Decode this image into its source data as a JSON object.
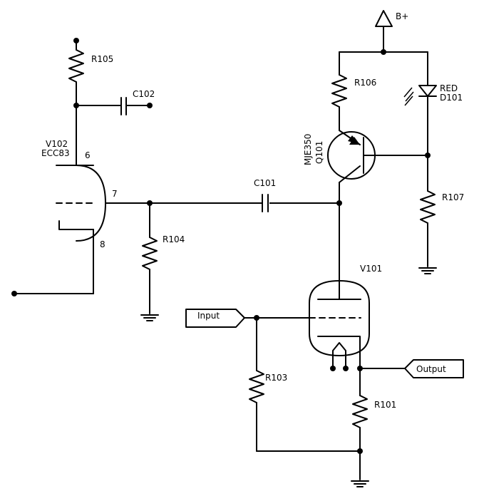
{
  "labels": {
    "r105": "R105",
    "c102": "C102",
    "v102": "V102",
    "ecc83": "ECC83",
    "pin6": "6",
    "pin7": "7",
    "pin8": "8",
    "r104": "R104",
    "c101": "C101",
    "mje350": "MJE350",
    "q101": "Q101",
    "r106": "R106",
    "bplus": "B+",
    "red": "RED",
    "d101": "D101",
    "r107": "R107",
    "v101": "V101",
    "input": "Input",
    "output": "Output",
    "r103": "R103",
    "r101": "R101"
  },
  "icons": [
    "resistor-icon",
    "capacitor-icon",
    "triode-tube-icon",
    "pnp-transistor-icon",
    "led-icon",
    "ground-icon",
    "supply-rail-icon"
  ]
}
